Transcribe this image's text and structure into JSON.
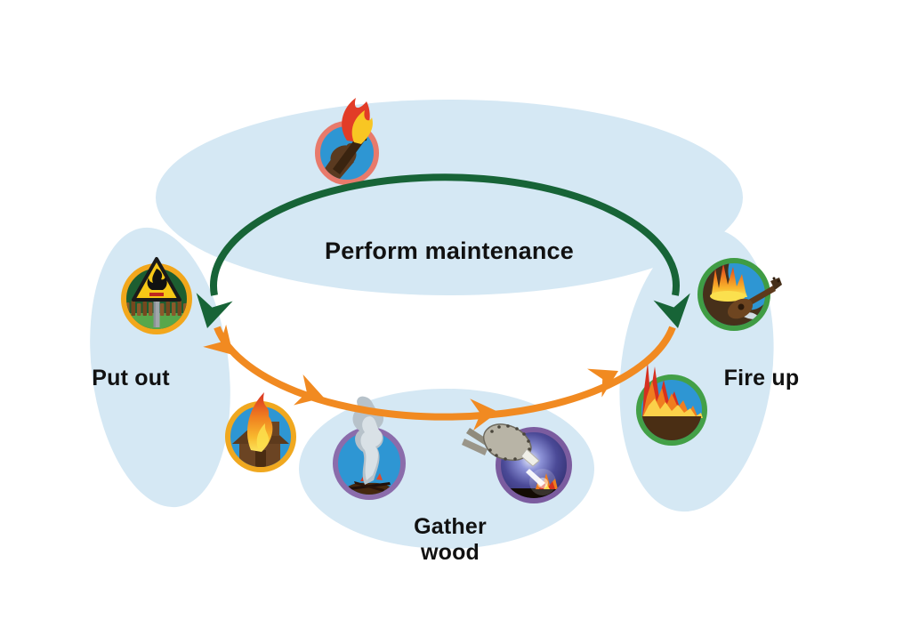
{
  "diagram": {
    "type": "fire-lifecycle-cycle",
    "labels": {
      "top": "Perform maintenance",
      "left": "Put out",
      "right": "Fire up",
      "bottom_line1": "Gather",
      "bottom_line2": "wood"
    },
    "icons": [
      {
        "name": "torch-icon",
        "desc": "hand holding burning torch",
        "ring": "#e87a6b"
      },
      {
        "name": "fire-risk-sign-icon",
        "desc": "flammable warning sign in forest",
        "ring": "#f2a71c"
      },
      {
        "name": "house-fire-icon",
        "desc": "house with large flame",
        "ring": "#f0a81f"
      },
      {
        "name": "smoldering-embers-icon",
        "desc": "smoking ember pile",
        "ring": "#8b6cab"
      },
      {
        "name": "bellows-icon",
        "desc": "bellows blowing on night fire",
        "ring": "#7b5c9f"
      },
      {
        "name": "campfire-guitar-icon",
        "desc": "campfire with guitar",
        "ring": "#3f9c44"
      },
      {
        "name": "wildfire-icon",
        "desc": "spreading flames over ground",
        "ring": "#43a047"
      }
    ],
    "colors": {
      "background": "#ffffff",
      "blob": "#d5e8f4",
      "green_arc": "#176437",
      "orange_arc": "#f18a21",
      "icon_sky": "#2e96d3",
      "label_text": "#111111"
    }
  }
}
